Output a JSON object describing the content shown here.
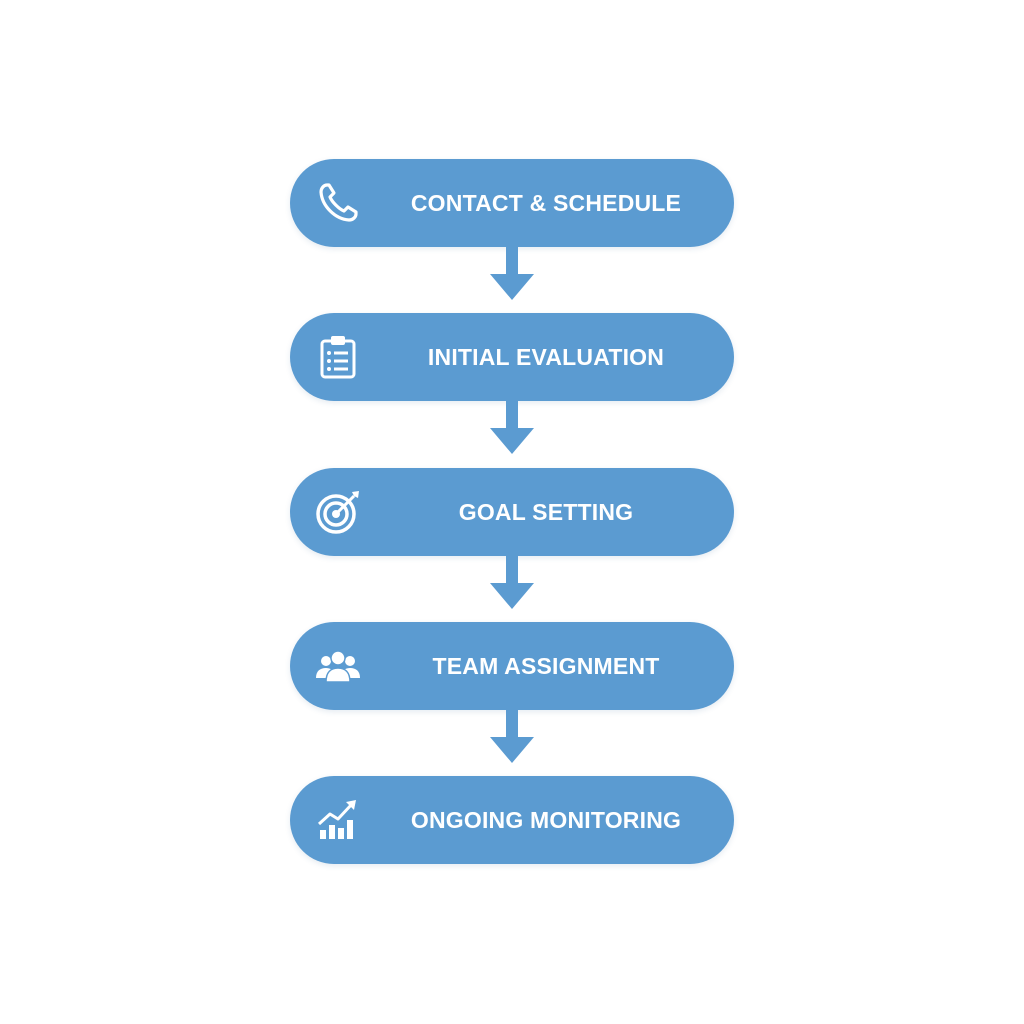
{
  "colors": {
    "step_fill": "#5b9bd1",
    "arrow": "#5b9bd1",
    "text": "#ffffff",
    "background": "#ffffff"
  },
  "steps": [
    {
      "label": "CONTACT & SCHEDULE",
      "icon": "phone-icon"
    },
    {
      "label": "INITIAL EVALUATION",
      "icon": "clipboard-icon"
    },
    {
      "label": "GOAL SETTING",
      "icon": "target-icon"
    },
    {
      "label": "TEAM ASSIGNMENT",
      "icon": "team-icon"
    },
    {
      "label": "ONGOING MONITORING",
      "icon": "growth-chart-icon"
    }
  ]
}
